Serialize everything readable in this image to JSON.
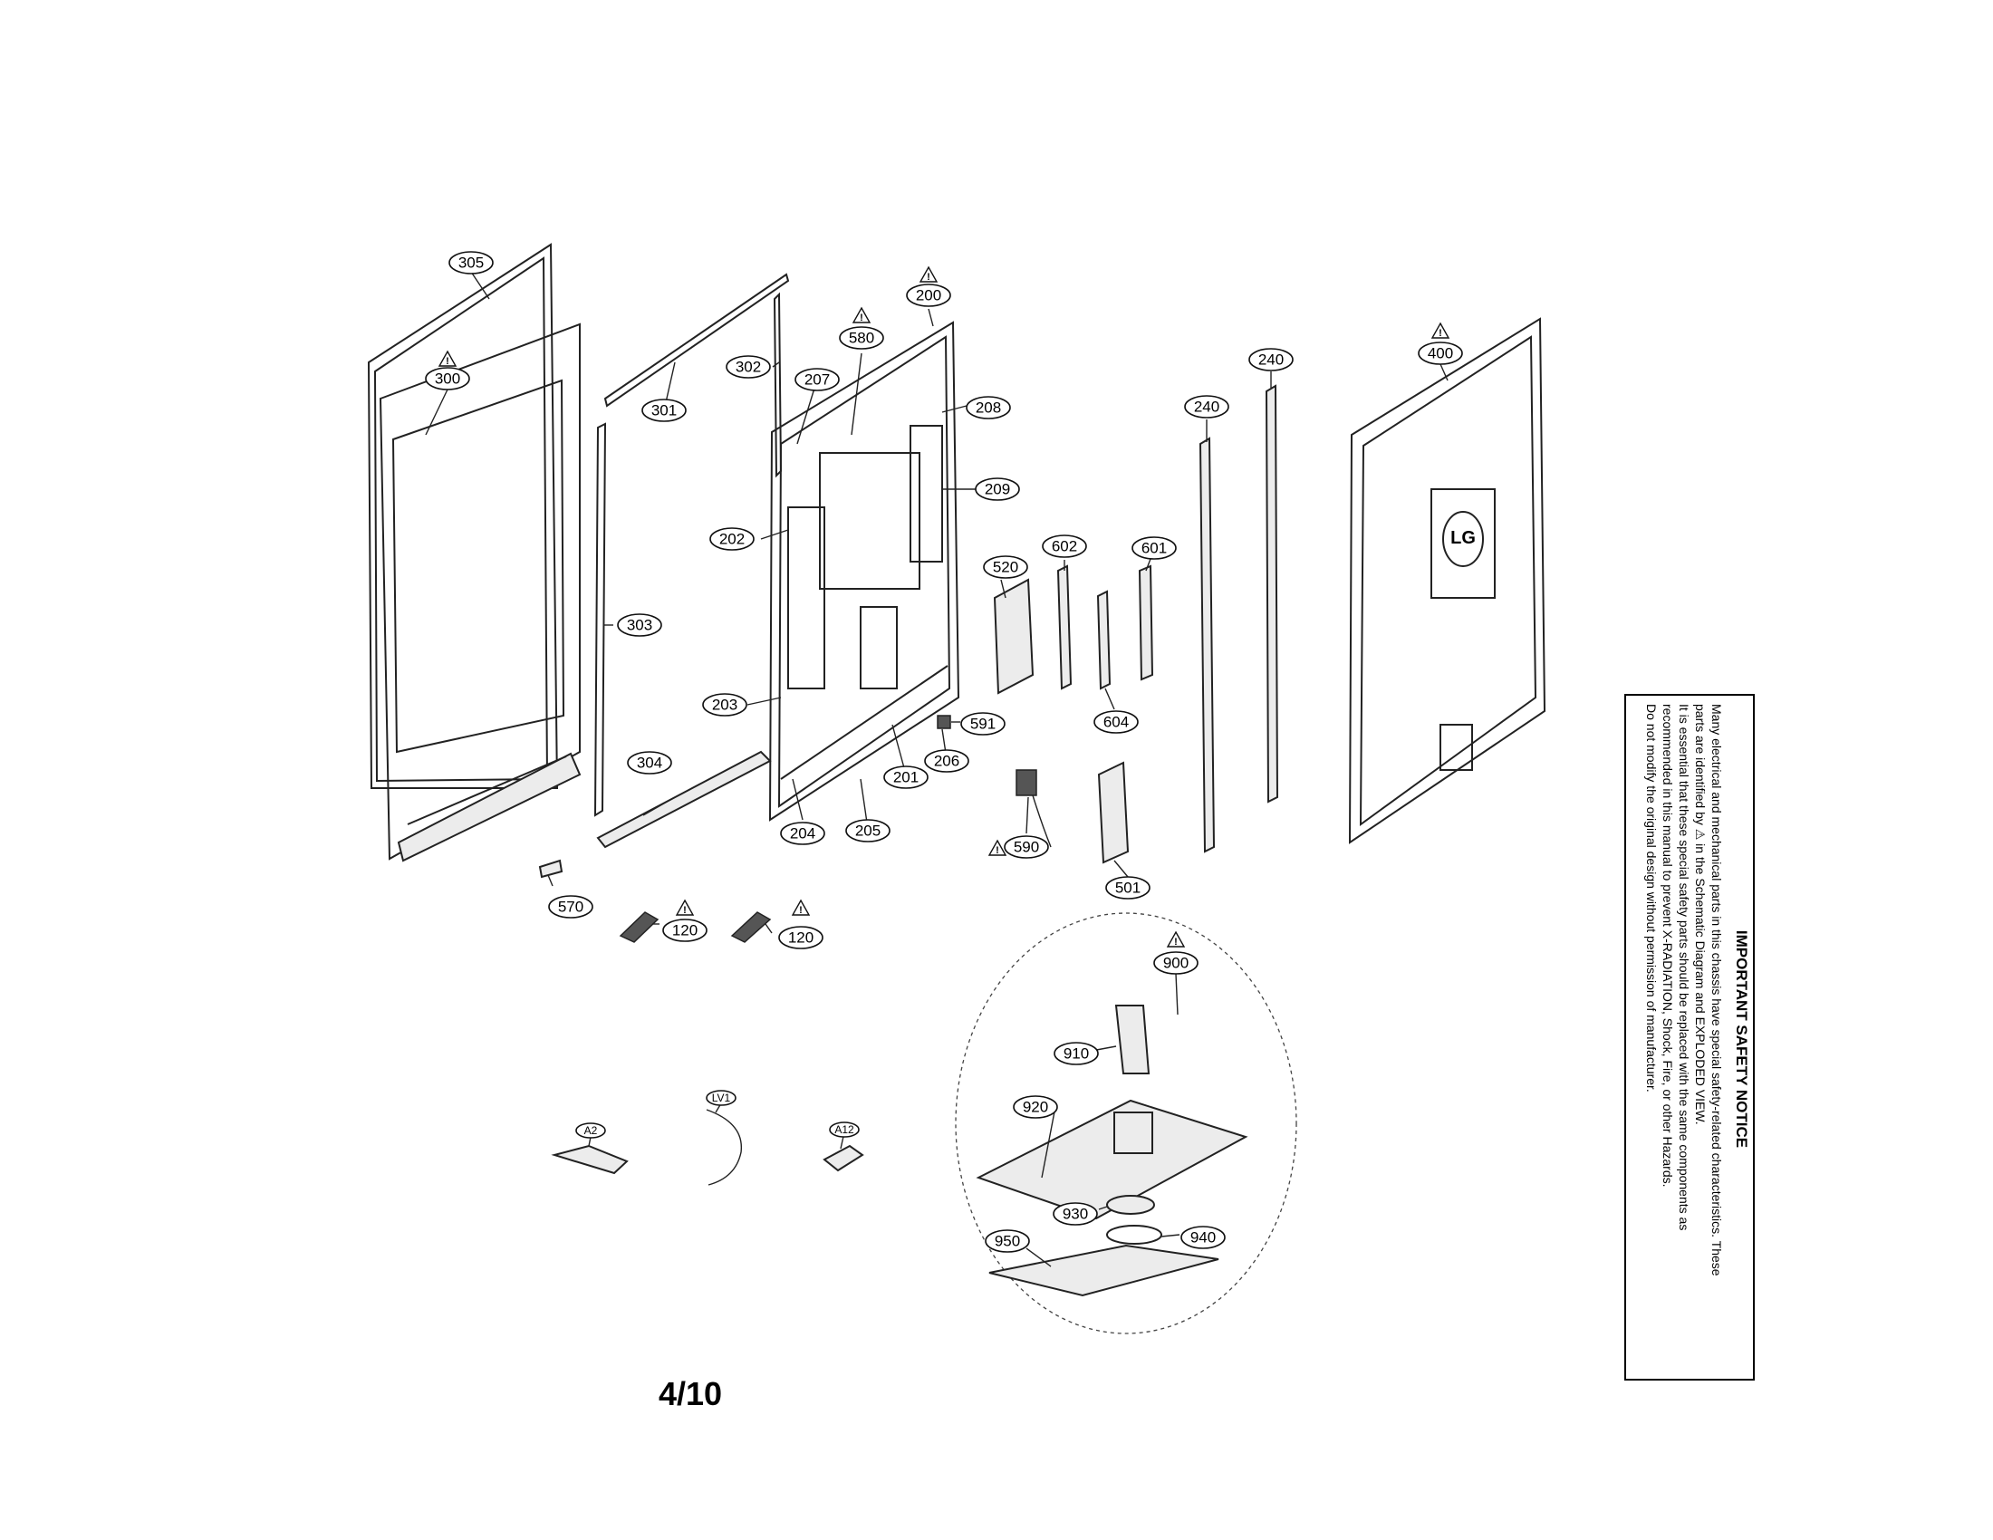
{
  "callouts": {
    "c305": "305",
    "c300": "300",
    "c301": "301",
    "c302": "302",
    "c303": "303",
    "c304": "304",
    "c207": "207",
    "c580": "580",
    "c200": "200",
    "c208": "208",
    "c209": "209",
    "c202": "202",
    "c203": "203",
    "c201": "201",
    "c206": "206",
    "c591": "591",
    "c204": "204",
    "c205": "205",
    "c520": "520",
    "c602": "602",
    "c601": "601",
    "c604": "604",
    "c590": "590",
    "c501": "501",
    "c240a": "240",
    "c240b": "240",
    "c400": "400",
    "c570": "570",
    "c120a": "120",
    "c120b": "120",
    "c900": "900",
    "c910": "910",
    "c920": "920",
    "c930": "930",
    "c940": "940",
    "c950": "950",
    "cA2": "A2",
    "cLV1": "LV1",
    "cA12": "A12"
  },
  "warning_symbol": "!",
  "page_number": "4/10",
  "safety_notice": {
    "title": "IMPORTANT SAFETY NOTICE",
    "lines": [
      "Many electrical and mechanical parts in this chassis have special safety-related characteristics. These",
      "parts are identified by ⚠ in the Schematic Diagram and EXPLODED VIEW.",
      "It is essential that these special safety parts should be replaced with the same components as",
      "recommended in this manual to prevent X-RADIATION, Shock, Fire, or other Hazards.",
      "Do not modify the original design without permission of manufacturer."
    ]
  },
  "logo_text": "LG"
}
